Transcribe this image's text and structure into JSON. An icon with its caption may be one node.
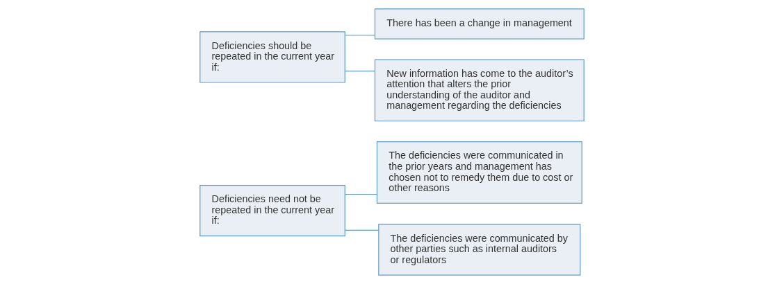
{
  "diagram": {
    "nodes": [
      {
        "text": [
          "Deficiencies need not be repeated in the current year if:"
        ]
      },
      {
        "text": [
          "The deficiencies were communicated in the prior years and management has chosen not to remedy them due to cost or other reasons"
        ]
      },
      {
        "text": [
          "The deficiencies were communicated by other parties such as internal auditors or regulators"
        ]
      },
      {
        "text": [
          "Deficiencies should be repeated in the current year if:"
        ]
      },
      {
        "text": [
          "There has been a change in management"
        ]
      },
      {
        "text": [
          "New information has come to the auditor’s attention that alters the prior understanding of the auditor and management regarding the deficiencies"
        ]
      }
    ],
    "edges": [
      {
        "from": 0,
        "to": 1,
        "arrow": "none"
      },
      {
        "from": 0,
        "to": 2,
        "arrow": "none"
      },
      {
        "from": 3,
        "to": 4,
        "arrow": "none"
      },
      {
        "from": 3,
        "to": 5,
        "arrow": "none"
      }
    ]
  }
}
